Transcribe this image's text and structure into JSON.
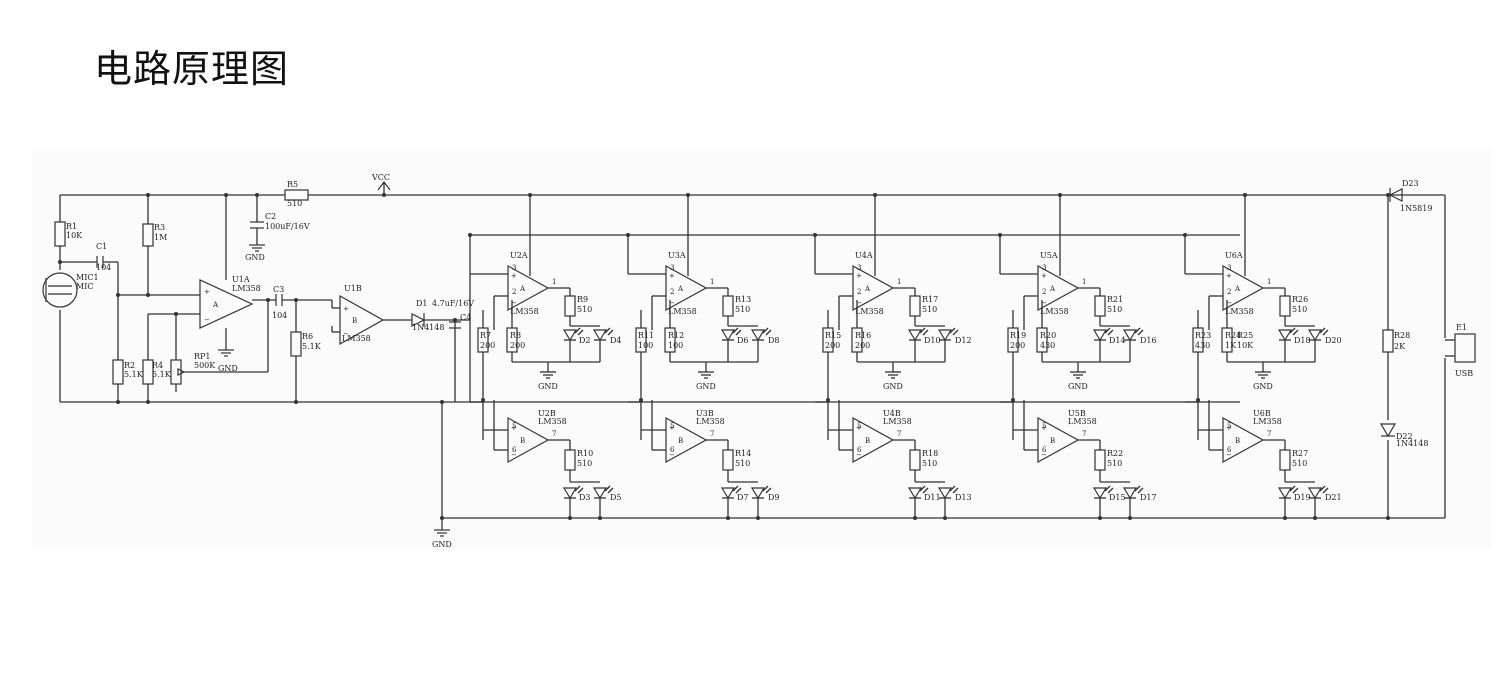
{
  "title": "电路原理图",
  "components": {
    "vcc": "VCC",
    "gnd": "GND",
    "r1": [
      "R1",
      "10K"
    ],
    "r2": [
      "R2",
      "5.1K"
    ],
    "r3": [
      "R3",
      "1M"
    ],
    "r4": [
      "R4",
      "5.1K"
    ],
    "r5": [
      "R5",
      "510"
    ],
    "r6": [
      "R6",
      "5.1K"
    ],
    "rp1": [
      "RP1",
      "500K"
    ],
    "c1": [
      "C1",
      "104"
    ],
    "c2": [
      "C2",
      "100uF/16V"
    ],
    "c3": "C3",
    "c3v": "104",
    "c4": "C4",
    "c4v": "4.7uF/16V",
    "mic": [
      "MIC1",
      "MIC"
    ],
    "u1a": [
      "U1A",
      "LM358"
    ],
    "u1b": [
      "U1B",
      "LM358"
    ],
    "d1": [
      "D1",
      "1N4148"
    ],
    "d23": [
      "D23",
      "1N5819"
    ],
    "d22": [
      "D22",
      "1N4148"
    ],
    "r28": [
      "R28",
      "2K"
    ],
    "e1": "E1",
    "usb": "USB"
  },
  "stages": [
    {
      "uA": "U2A",
      "uB": "U2B",
      "rTop": [
        "R7",
        "200"
      ],
      "rMid": [
        "R8",
        "200"
      ],
      "rOutA": [
        "R9",
        "510"
      ],
      "rOutB": [
        "R10",
        "510"
      ],
      "dA": [
        "D2",
        "D4"
      ],
      "dB": [
        "D3",
        "D5"
      ]
    },
    {
      "uA": "U3A",
      "uB": "U3B",
      "rTop": [
        "R11",
        "100"
      ],
      "rMid": [
        "R12",
        "100"
      ],
      "rOutA": [
        "R13",
        "510"
      ],
      "rOutB": [
        "R14",
        "510"
      ],
      "dA": [
        "D6",
        "D8"
      ],
      "dB": [
        "D7",
        "D9"
      ]
    },
    {
      "uA": "U4A",
      "uB": "U4B",
      "rTop": [
        "R15",
        "200"
      ],
      "rMid": [
        "R16",
        "200"
      ],
      "rOutA": [
        "R17",
        "510"
      ],
      "rOutB": [
        "R18",
        "510"
      ],
      "dA": [
        "D10",
        "D12"
      ],
      "dB": [
        "D11",
        "D13"
      ]
    },
    {
      "uA": "U5A",
      "uB": "U5B",
      "rTop": [
        "R19",
        "200"
      ],
      "rMid": [
        "R20",
        "430"
      ],
      "rOutA": [
        "R21",
        "510"
      ],
      "rOutB": [
        "R22",
        "510"
      ],
      "dA": [
        "D14",
        "D16"
      ],
      "dB": [
        "D15",
        "D17"
      ]
    },
    {
      "uA": "U6A",
      "uB": "U6B",
      "rTop": [
        "R23",
        "430"
      ],
      "rMid": [
        "R24",
        "1K"
      ],
      "rOutA": [
        "R26",
        "510"
      ],
      "rOutB": [
        "R27",
        "510"
      ],
      "dA": [
        "D18",
        "D20"
      ],
      "dB": [
        "D19",
        "D21"
      ],
      "rExtra": [
        "R25",
        "10K"
      ]
    }
  ],
  "chip": "LM358"
}
